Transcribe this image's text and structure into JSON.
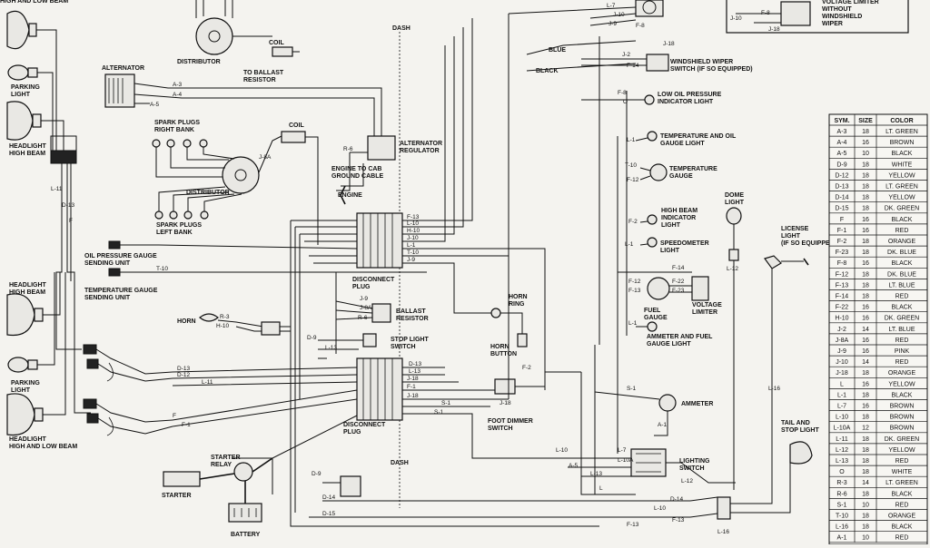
{
  "labels": {
    "top_left": "HIGH AND LOW BEAM",
    "parking_light_top": "PARKING\nLIGHT",
    "headlight_high_top": "HEADLIGHT\nHIGH BEAM",
    "headlight_high_mid": "HEADLIGHT\nHIGH BEAM",
    "parking_light_bottom": "PARKING\nLIGHT",
    "headlight_bottom": "HEADLIGHT\nHIGH AND LOW BEAM",
    "alternator": "ALTERNATOR",
    "distributor_top": "DISTRIBUTOR",
    "coil_top": "COIL",
    "to_ballast": "TO BALLAST\nRESISTOR",
    "spark_right": "SPARK PLUGS\nRIGHT BANK",
    "coil_mid": "COIL",
    "distributor_mid": "DISTRIBUTOR",
    "spark_left": "SPARK PLUGS\nLEFT BANK",
    "oil_sender": "OIL PRESSURE GAUGE\nSENDING UNIT",
    "temp_sender": "TEMPERATURE GAUGE\nSENDING UNIT",
    "horn": "HORN",
    "dash_top": "DASH",
    "dash_bottom": "DASH",
    "alt_regulator": "ALTERNATOR\nREGULATOR",
    "engine_ground": "ENGINE TO CAB\nGROUND CABLE",
    "engine": "ENGINE",
    "disconnect_top": "DISCONNECT\nPLUG",
    "ballast": "BALLAST\nRESISTOR",
    "stop_light_switch": "STOP LIGHT\nSWITCH",
    "horn_ring": "HORN\nRING",
    "horn_button": "HORN\nBUTTON",
    "disconnect_bottom": "DISCONNECT\nPLUG",
    "foot_dimmer": "FOOT DIMMER\nSWITCH",
    "starter_relay": "STARTER\nRELAY",
    "starter": "STARTER",
    "battery": "BATTERY",
    "blue": "BLUE",
    "black": "BLACK",
    "windshield_wiper": "WINDSHIELD WIPER\nSWITCH (IF SO EQUIPPED)",
    "low_oil": "LOW OIL PRESSURE\nINDICATOR LIGHT",
    "temp_oil_light": "TEMPERATURE AND OIL\nGAUGE LIGHT",
    "temp_gauge": "TEMPERATURE\nGAUGE",
    "high_beam_ind": "HIGH BEAM\nINDICATOR\nLIGHT",
    "speedo_light": "SPEEDOMETER\nLIGHT",
    "fuel_gauge": "FUEL\nGAUGE",
    "voltage_limiter": "VOLTAGE\nLIMITER",
    "ammeter_fuel_light": "AMMETER AND FUEL\nGAUGE LIGHT",
    "ammeter": "AMMETER",
    "lighting_switch": "LIGHTING\nSWITCH",
    "dome_light": "DOME\nLIGHT",
    "license_light": "LICENSE\nLIGHT\n(IF SO EQUIPPED)",
    "tail_stop": "TAIL AND\nSTOP LIGHT",
    "inset_text": "VOLTAGE LIMITER\nWITHOUT\nWINDSHIELD\nWIPER"
  },
  "wires": {
    "a3": "A-3",
    "a4": "A-4",
    "a5": "A-5",
    "j8a": "J-8A",
    "r6": "R-6",
    "l11": "L-11",
    "d13": "D-13",
    "f": "F",
    "t10": "T-10",
    "r3": "R-3",
    "h10": "H-10",
    "f13": "F-13",
    "l10": "L-10",
    "h10b": "H-10",
    "j10": "J-10",
    "l1": "L-1",
    "t10b": "T-10",
    "j9": "J-9",
    "j9b": "J-9",
    "j8ab": "J-8A",
    "r6b": "R-6",
    "d9": "D-9",
    "l13": "L-13",
    "d13b": "D-13",
    "d12": "D-12",
    "l11b": "L-11",
    "fb": "F",
    "f1": "F-1",
    "d13c": "D-13",
    "l13b": "L-13",
    "j18": "J-18",
    "f1b": "F-1",
    "j18b": "J-18",
    "s1": "S-1",
    "f2": "F-2",
    "j18c": "J-18",
    "s1b": "S-1",
    "d9b": "D-9",
    "d14": "D-14",
    "d15": "D-15",
    "l7": "L-7",
    "j10b": "J-10",
    "j9c": "J-9",
    "f8": "F-8",
    "j18d": "J-18",
    "j2": "J-2",
    "f14": "F-14",
    "f8b": "F-8",
    "o": "O",
    "l1b": "L-1",
    "t10c": "T-10",
    "f12": "F-12",
    "f2b": "F-2",
    "l1c": "L-1",
    "f14b": "F-14",
    "f12b": "F-12",
    "f13b": "F-13",
    "f22": "F-22",
    "f23": "F-23",
    "l1d": "L-1",
    "l12": "L-12",
    "s1c": "S-1",
    "a1": "A-1",
    "l10b": "L-10",
    "l7b": "L-7",
    "l10a": "L-10A",
    "a5b": "A-5",
    "l13c": "L-13",
    "l": "L",
    "l12b": "L-12",
    "d14b": "D-14",
    "l16": "L-16",
    "l10c": "L-10",
    "f13c": "F-13",
    "f13d": "F-13",
    "l16b": "L-16",
    "j10c": "J-10",
    "f8c": "F-8",
    "j18e": "J-18"
  },
  "table": {
    "headers": [
      "SYM.",
      "SIZE",
      "COLOR"
    ],
    "rows": [
      [
        "A-3",
        "18",
        "LT. GREEN"
      ],
      [
        "A-4",
        "16",
        "BROWN"
      ],
      [
        "A-5",
        "10",
        "BLACK"
      ],
      [
        "D-9",
        "18",
        "WHITE"
      ],
      [
        "D-12",
        "18",
        "YELLOW"
      ],
      [
        "D-13",
        "18",
        "LT. GREEN"
      ],
      [
        "D-14",
        "18",
        "YELLOW"
      ],
      [
        "D-15",
        "18",
        "DK. GREEN"
      ],
      [
        "F",
        "16",
        "BLACK"
      ],
      [
        "F-1",
        "16",
        "RED"
      ],
      [
        "F-2",
        "18",
        "ORANGE"
      ],
      [
        "F-23",
        "18",
        "DK. BLUE"
      ],
      [
        "F-8",
        "16",
        "BLACK"
      ],
      [
        "F-12",
        "18",
        "DK. BLUE"
      ],
      [
        "F-13",
        "18",
        "LT. BLUE"
      ],
      [
        "F-14",
        "18",
        "RED"
      ],
      [
        "F-22",
        "16",
        "BLACK"
      ],
      [
        "H-10",
        "16",
        "DK. GREEN"
      ],
      [
        "J-2",
        "14",
        "LT. BLUE"
      ],
      [
        "J-8A",
        "16",
        "RED"
      ],
      [
        "J-9",
        "16",
        "PINK"
      ],
      [
        "J-10",
        "14",
        "RED"
      ],
      [
        "J-18",
        "18",
        "ORANGE"
      ],
      [
        "L",
        "16",
        "YELLOW"
      ],
      [
        "L-1",
        "18",
        "BLACK"
      ],
      [
        "L-7",
        "16",
        "BROWN"
      ],
      [
        "L-10",
        "18",
        "BROWN"
      ],
      [
        "L-10A",
        "12",
        "BROWN"
      ],
      [
        "L-11",
        "18",
        "DK. GREEN"
      ],
      [
        "L-12",
        "18",
        "YELLOW"
      ],
      [
        "L-13",
        "18",
        "RED"
      ],
      [
        "O",
        "18",
        "WHITE"
      ],
      [
        "R-3",
        "14",
        "LT. GREEN"
      ],
      [
        "R-6",
        "18",
        "BLACK"
      ],
      [
        "S-1",
        "10",
        "RED"
      ],
      [
        "T-10",
        "18",
        "ORANGE"
      ],
      [
        "L-16",
        "18",
        "BLACK"
      ],
      [
        "A-1",
        "10",
        "RED"
      ]
    ]
  }
}
